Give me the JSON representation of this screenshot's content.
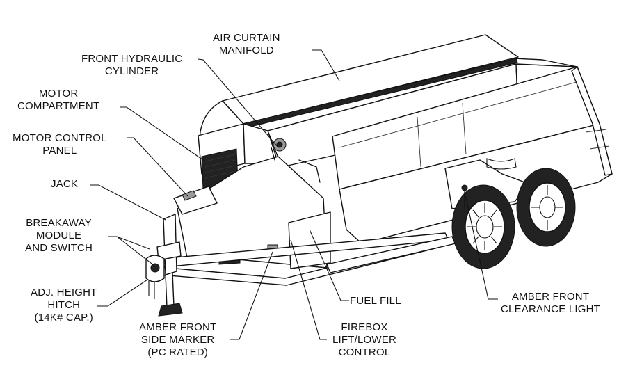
{
  "labels": {
    "air_curtain": "AIR CURTAIN\nMANIFOLD",
    "front_hydraulic": "FRONT HYDRAULIC\nCYLINDER",
    "motor_compartment": "MOTOR\nCOMPARTMENT",
    "motor_control": "MOTOR CONTROL\nPANEL",
    "jack": "JACK",
    "breakaway": "BREAKAWAY\nMODULE\nAND SWITCH",
    "hitch": "ADJ. HEIGHT\nHITCH\n(14K# CAP.)",
    "side_marker": "AMBER FRONT\nSIDE MARKER\n(PC RATED)",
    "fuel_fill": "FUEL FILL",
    "firebox": "FIREBOX\nLIFT/LOWER\nCONTROL",
    "clearance_light": "AMBER FRONT\nCLEARANCE LIGHT"
  }
}
